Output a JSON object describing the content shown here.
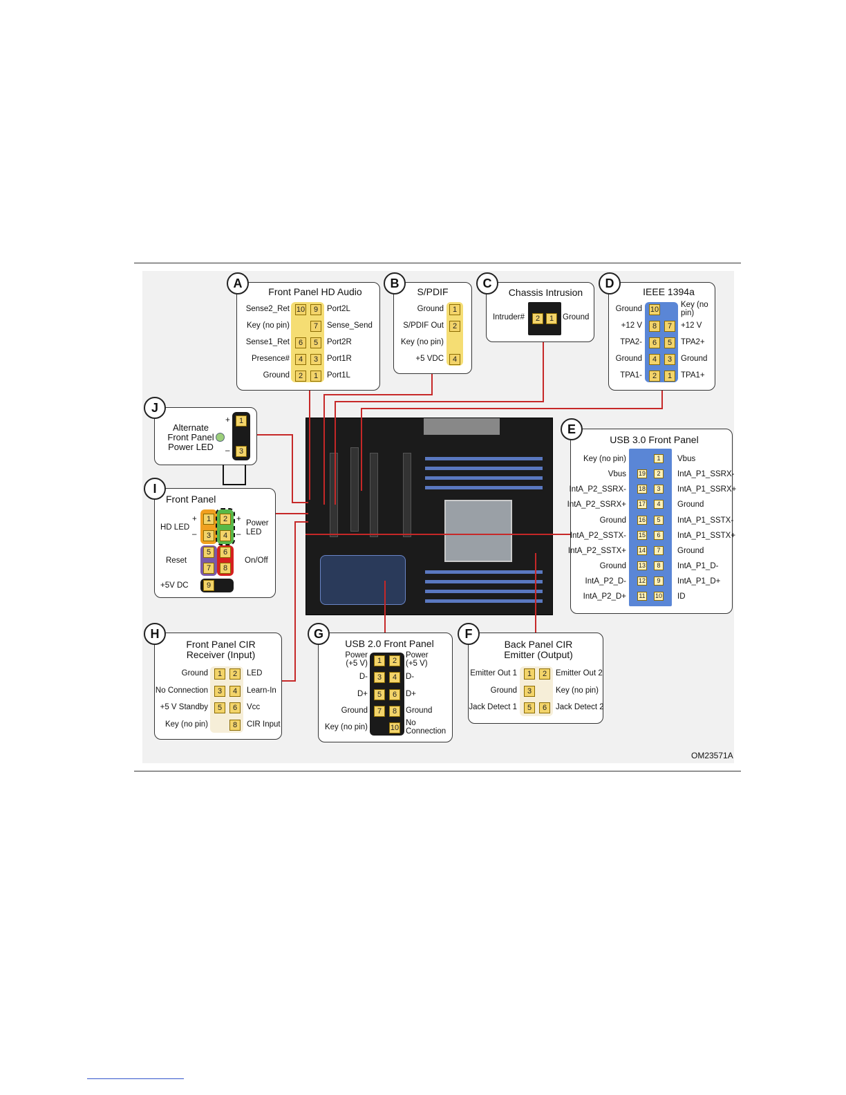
{
  "figure_code": "OM23571A",
  "panels": {
    "a": {
      "letter": "A",
      "title": "Front Panel HD Audio",
      "left": [
        "Sense2_Ret",
        "Key (no pin)",
        "Sense1_Ret",
        "Presence#",
        "Ground"
      ],
      "right": [
        "Port2L",
        "Sense_Send",
        "Port2R",
        "Port1R",
        "Port1L"
      ],
      "pins_left": [
        "10",
        "",
        "6",
        "4",
        "2"
      ],
      "pins_right": [
        "9",
        "7",
        "5",
        "3",
        "1"
      ]
    },
    "b": {
      "letter": "B",
      "title": "S/PDIF",
      "left": [
        "Ground",
        "S/PDIF Out",
        "Key (no pin)",
        "+5 VDC"
      ],
      "pins": [
        "1",
        "2",
        "",
        "4"
      ]
    },
    "c": {
      "letter": "C",
      "title": "Chassis Intrusion",
      "left": "Intruder#",
      "right": "Ground",
      "pins": [
        "2",
        "1"
      ]
    },
    "d": {
      "letter": "D",
      "title": "IEEE 1394a",
      "left": [
        "Ground",
        "+12 V",
        "TPA2-",
        "Ground",
        "TPA1-"
      ],
      "right": [
        "Key (no pin)",
        "+12 V",
        "TPA2+",
        "Ground",
        "TPA1+"
      ],
      "pins_left": [
        "10",
        "8",
        "6",
        "4",
        "2"
      ],
      "pins_right": [
        "",
        "7",
        "5",
        "3",
        "1"
      ]
    },
    "e": {
      "letter": "E",
      "title": "USB 3.0 Front Panel",
      "left": [
        "Key (no pin)",
        "Vbus",
        "IntA_P2_SSRX-",
        "IntA_P2_SSRX+",
        "Ground",
        "IntA_P2_SSTX-",
        "IntA_P2_SSTX+",
        "Ground",
        "IntA_P2_D-",
        "IntA_P2_D+"
      ],
      "right": [
        "Vbus",
        "IntA_P1_SSRX-",
        "IntA_P1_SSRX+",
        "Ground",
        "IntA_P1_SSTX-",
        "IntA_P1_SSTX+",
        "Ground",
        "IntA_P1_D-",
        "IntA_P1_D+",
        "ID"
      ],
      "pins_left": [
        "",
        "19",
        "18",
        "17",
        "16",
        "15",
        "14",
        "13",
        "12",
        "11"
      ],
      "pins_right": [
        "1",
        "2",
        "3",
        "4",
        "5",
        "6",
        "7",
        "8",
        "9",
        "10"
      ]
    },
    "f": {
      "letter": "F",
      "title1": "Back Panel CIR",
      "title2": "Emitter (Output)",
      "left": [
        "Emitter Out 1",
        "Ground",
        "Jack Detect 1"
      ],
      "right": [
        "Emitter Out 2",
        "Key (no pin)",
        "Jack Detect 2"
      ],
      "pins_left": [
        "1",
        "3",
        "5"
      ],
      "pins_right": [
        "2",
        "",
        "6"
      ]
    },
    "g": {
      "letter": "G",
      "title": "USB 2.0 Front Panel",
      "left": [
        "Power (+5 V)",
        "D-",
        "D+",
        "Ground",
        "Key (no pin)"
      ],
      "right": [
        "Power (+5 V)",
        "D-",
        "D+",
        "Ground",
        "No Connection"
      ],
      "pins_left": [
        "1",
        "3",
        "5",
        "7",
        ""
      ],
      "pins_right": [
        "2",
        "4",
        "6",
        "8",
        "10"
      ]
    },
    "h": {
      "letter": "H",
      "title1": "Front Panel CIR",
      "title2": "Receiver (Input)",
      "left": [
        "Ground",
        "No Connection",
        "+5 V Standby",
        "Key (no pin)"
      ],
      "right": [
        "LED",
        "Learn-In",
        "Vcc",
        "CIR Input"
      ],
      "pins_left": [
        "1",
        "3",
        "5",
        ""
      ],
      "pins_right": [
        "2",
        "4",
        "6",
        "8"
      ]
    },
    "i": {
      "letter": "I",
      "title": "Front Panel",
      "hd_led": "HD LED",
      "power_led": "Power LED",
      "reset": "Reset",
      "onoff": "On/Off",
      "v5": "+5V DC",
      "plus": "+",
      "minus": "–",
      "pins_left": [
        "1",
        "3",
        "5",
        "7",
        "9"
      ],
      "pins_right": [
        "2",
        "4",
        "6",
        "8",
        ""
      ]
    },
    "j": {
      "letter": "J",
      "title": "Alternate Front Panel Power LED",
      "plus": "+",
      "minus": "–",
      "pins": [
        "1",
        "",
        "3"
      ]
    }
  },
  "colors": {
    "wire": "#c62828",
    "pin": "#f3d46a",
    "blue": "#5a86d6",
    "orange": "#f0a020",
    "green": "#58b848",
    "purple": "#7a5aa8",
    "red": "#d62020"
  }
}
